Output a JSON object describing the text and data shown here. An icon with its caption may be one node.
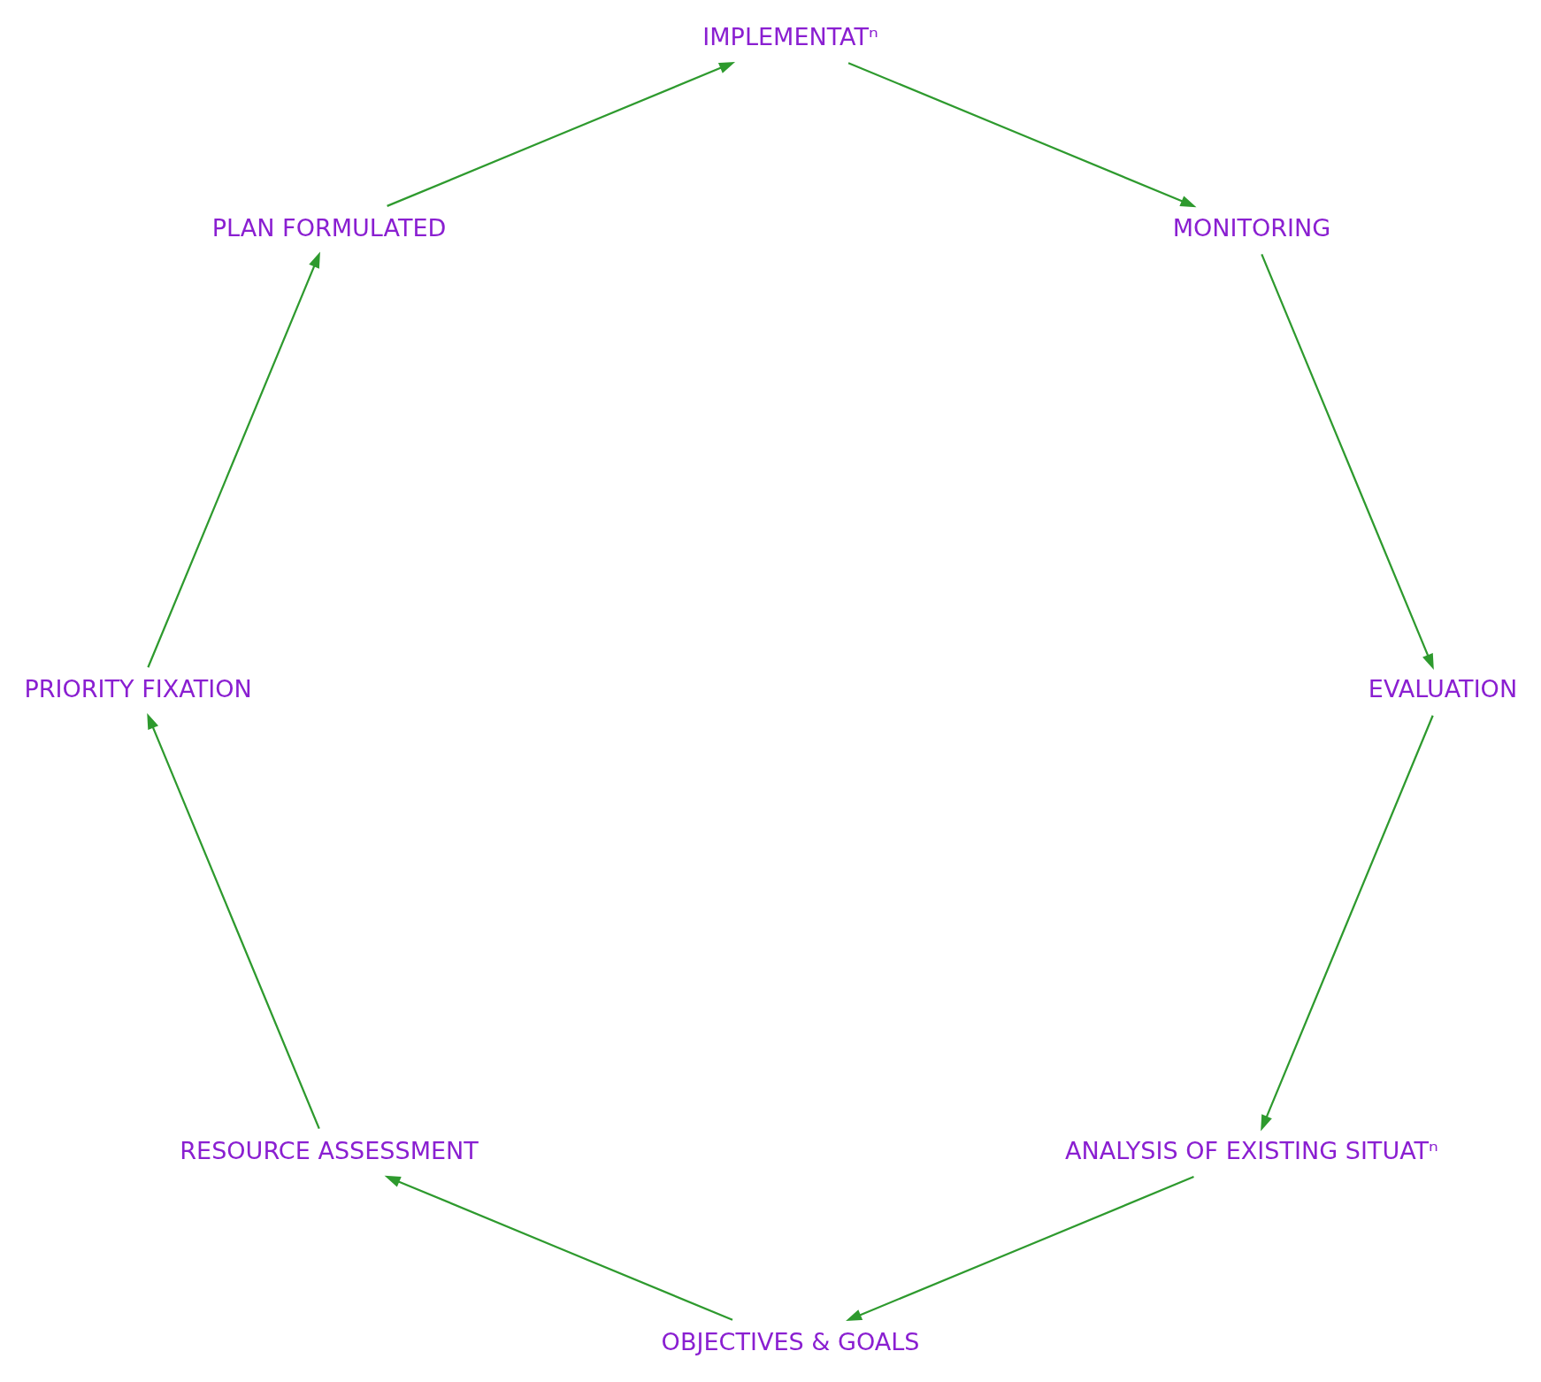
{
  "diagram": {
    "nodes": [
      {
        "text": [
          "ANALYSIS OF EXISTING SITUATⁿ"
        ]
      },
      {
        "text": [
          "EVALUATION"
        ]
      },
      {
        "text": [
          "OBJECTIVES & GOALS"
        ]
      },
      {
        "text": [
          "MONITORING"
        ]
      },
      {
        "text": [
          "RESOURCE ASSESSMENT"
        ]
      },
      {
        "text": [
          "IMPLEMENTATⁿ"
        ]
      },
      {
        "text": [
          "PRIORITY FIXATION"
        ]
      },
      {
        "text": [
          "PLAN FORMULATED"
        ]
      }
    ],
    "edges": [
      {
        "from": 0,
        "to": 2,
        "arrow": "to"
      },
      {
        "from": 2,
        "to": 4,
        "arrow": "to"
      },
      {
        "from": 4,
        "to": 6,
        "arrow": "to"
      },
      {
        "from": 6,
        "to": 7,
        "arrow": "to"
      },
      {
        "from": 7,
        "to": 5,
        "arrow": "to"
      },
      {
        "from": 5,
        "to": 3,
        "arrow": "to"
      },
      {
        "from": 3,
        "to": 1,
        "arrow": "to"
      },
      {
        "from": 1,
        "to": 0,
        "arrow": "to"
      }
    ]
  }
}
